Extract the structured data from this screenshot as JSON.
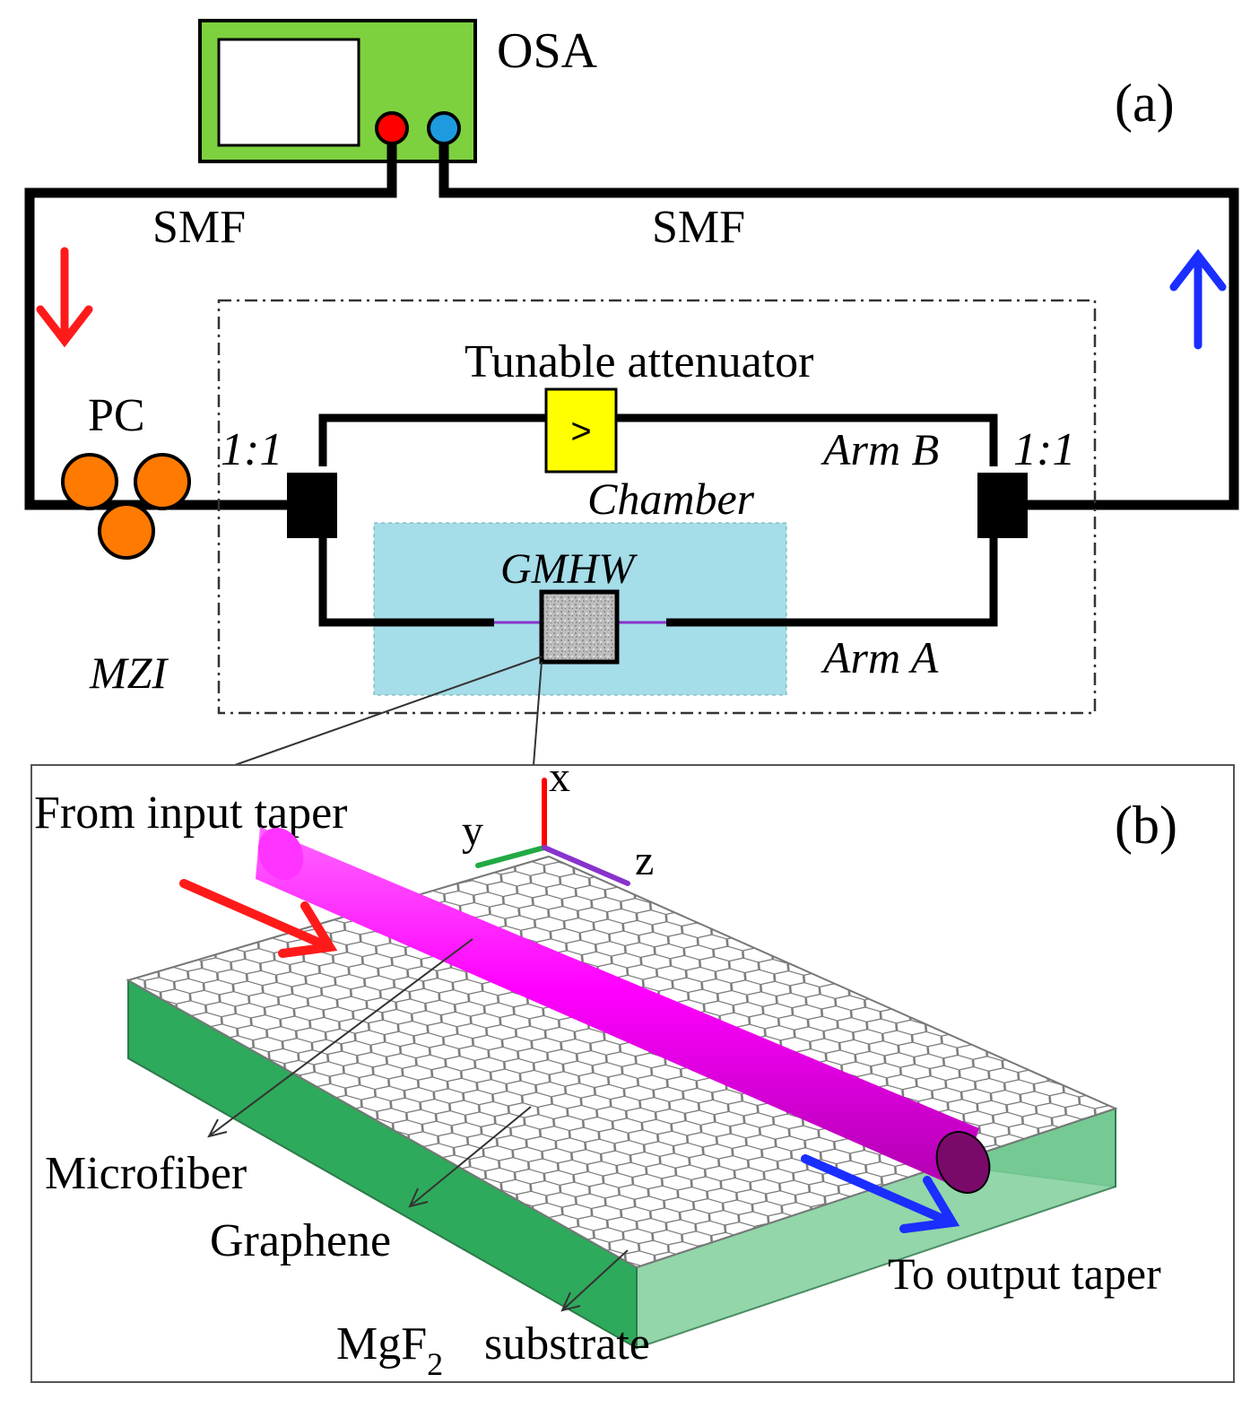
{
  "panel_a": {
    "label": "(a)",
    "osa_label": "OSA",
    "smf_left": "SMF",
    "smf_right": "SMF",
    "pc_label": "PC",
    "coupler_left": "1:1",
    "coupler_right": "1:1",
    "attenuator_label": "Tunable attenuator",
    "attenuator_symbol": ">",
    "arm_b": "Arm B",
    "arm_a": "Arm A",
    "chamber_label": "Chamber",
    "gmhw_label": "GMHW",
    "mzi_label": "MZI"
  },
  "panel_b": {
    "label": "(b)",
    "input_label": "From input taper",
    "output_label": "To output taper",
    "axis_x": "x",
    "axis_y": "y",
    "axis_z": "z",
    "microfiber_label": "Microfiber",
    "graphene_label": "Graphene",
    "substrate_prefix": "MgF",
    "substrate_subscript": "2",
    "substrate_suffix": "substrate"
  },
  "colors": {
    "osa_body": "#7dd13f",
    "osa_port_left": "#ff0000",
    "osa_port_right": "#1e9be0",
    "arrow_input": "#ff1a1a",
    "arrow_output": "#1a2eff",
    "pc_paddles": "#ff7a00",
    "attenuator": "#ffff00",
    "chamber": "#a5dde8",
    "microfiber": "#ff00ff",
    "substrate": "#2eaa5c",
    "axis_x": "#ff0000",
    "axis_y": "#22aa44",
    "axis_z": "#8833cc"
  }
}
